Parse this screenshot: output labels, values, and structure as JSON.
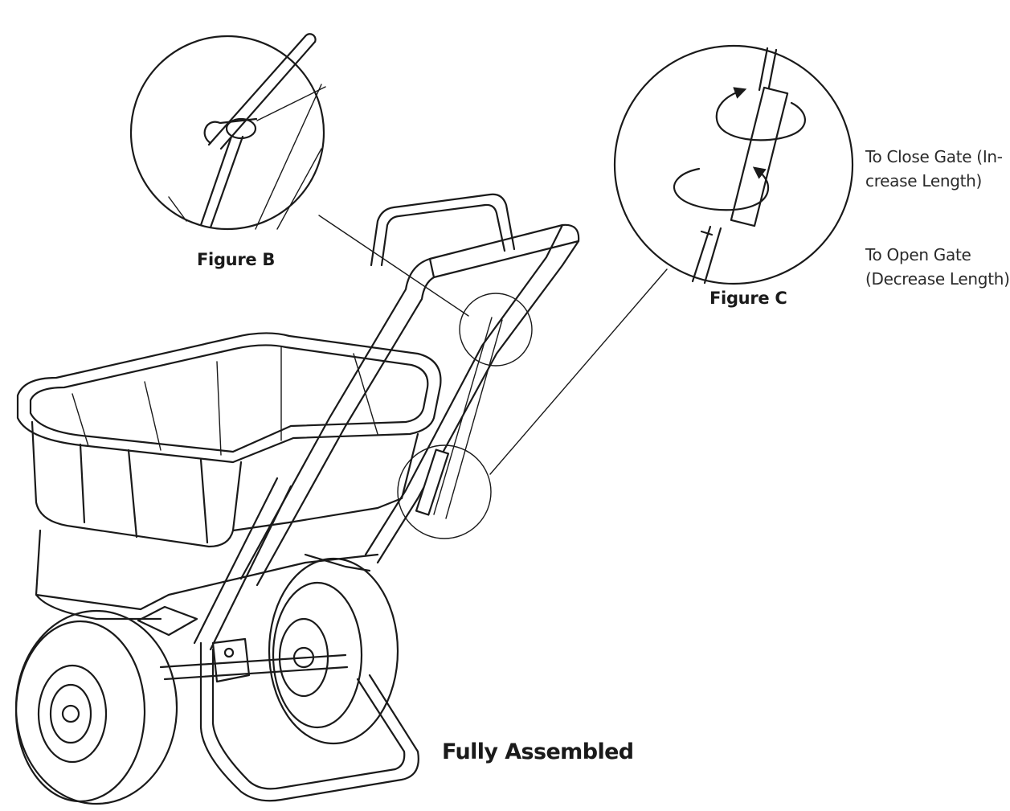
{
  "labels": {
    "figure_b": "Figure B",
    "figure_c": "Figure C",
    "close_gate_line1": "To Close Gate (In-",
    "close_gate_line2": "crease Length)",
    "open_gate_line1": "To Open Gate",
    "open_gate_line2": "(Decrease Length)",
    "fully_assembled": "Fully Assembled"
  },
  "icons": [
    "rotation-arrow-icon"
  ],
  "colors": {
    "line": "#1a1a1a",
    "background": "#ffffff"
  }
}
